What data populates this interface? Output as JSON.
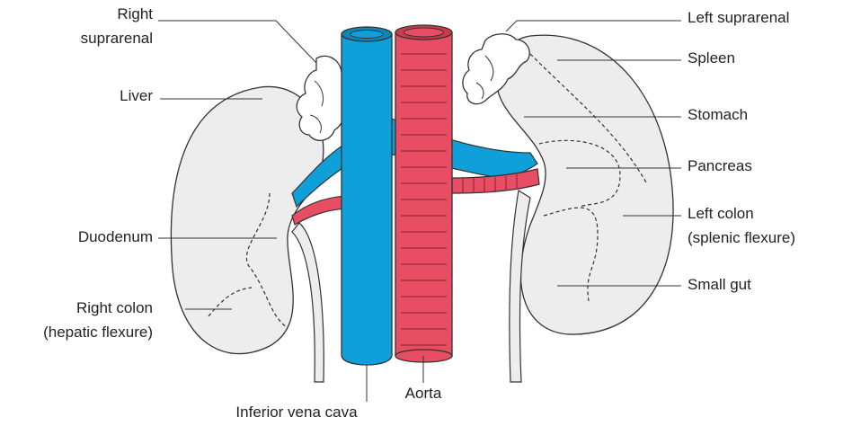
{
  "colors": {
    "ivc": "#0f9fd9",
    "aorta": "#e84e63",
    "aorta_dark": "#8a1f2e",
    "kidney": "#ededed",
    "suprarenal": "#ffffff",
    "label_text": "#222222"
  },
  "labels": {
    "right_suprarenal": [
      "Right",
      "suprarenal"
    ],
    "liver": "Liver",
    "duodenum": "Duodenum",
    "right_colon": [
      "Right colon",
      "(hepatic flexure)"
    ],
    "left_suprarenal": "Left suprarenal",
    "spleen": "Spleen",
    "stomach": "Stomach",
    "pancreas": "Pancreas",
    "left_colon": [
      "Left colon",
      "(splenic flexure)"
    ],
    "small_gut": "Small gut",
    "aorta": "Aorta",
    "ivc": "Inferior vena cava"
  }
}
